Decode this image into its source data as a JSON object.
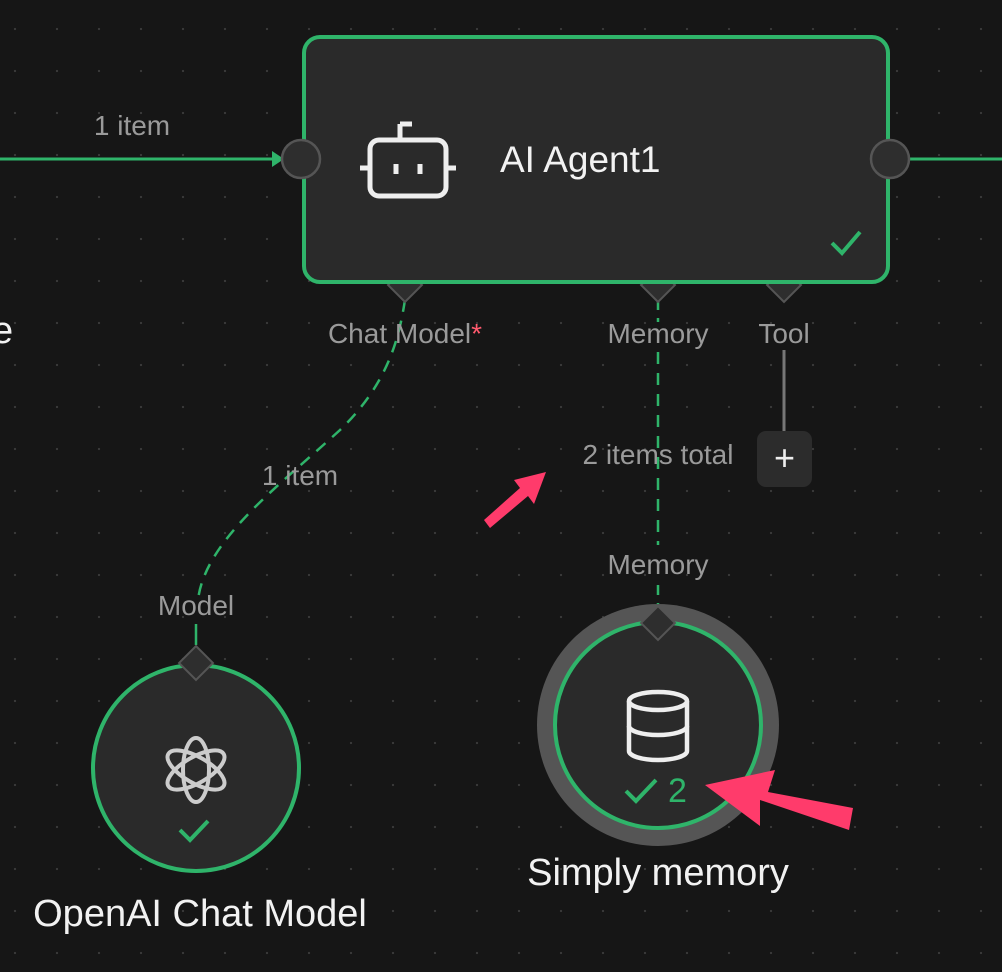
{
  "edges": {
    "main_input_label": "1 item",
    "chat_model_label": "1 item",
    "memory_total_label": "2 items total"
  },
  "agent_node": {
    "title": "AI Agent1",
    "icon": "robot-icon",
    "status": "success",
    "ports": [
      {
        "label": "Chat Model",
        "required_mark": "*"
      },
      {
        "label": "Memory"
      },
      {
        "label": "Tool"
      }
    ],
    "add_tool_label": "+"
  },
  "chat_model_node": {
    "title": "OpenAI Chat Model",
    "port_label": "Model",
    "icon": "openai-icon",
    "status": "success"
  },
  "memory_node": {
    "title": "Simply memory",
    "port_label": "Memory",
    "icon": "database-icon",
    "status": "success",
    "run_count": "2"
  },
  "partial_left_text": "e",
  "colors": {
    "success": "#2fb46a",
    "annotation": "#ff3b6b",
    "background": "#161616",
    "node": "#2a2a2a"
  }
}
